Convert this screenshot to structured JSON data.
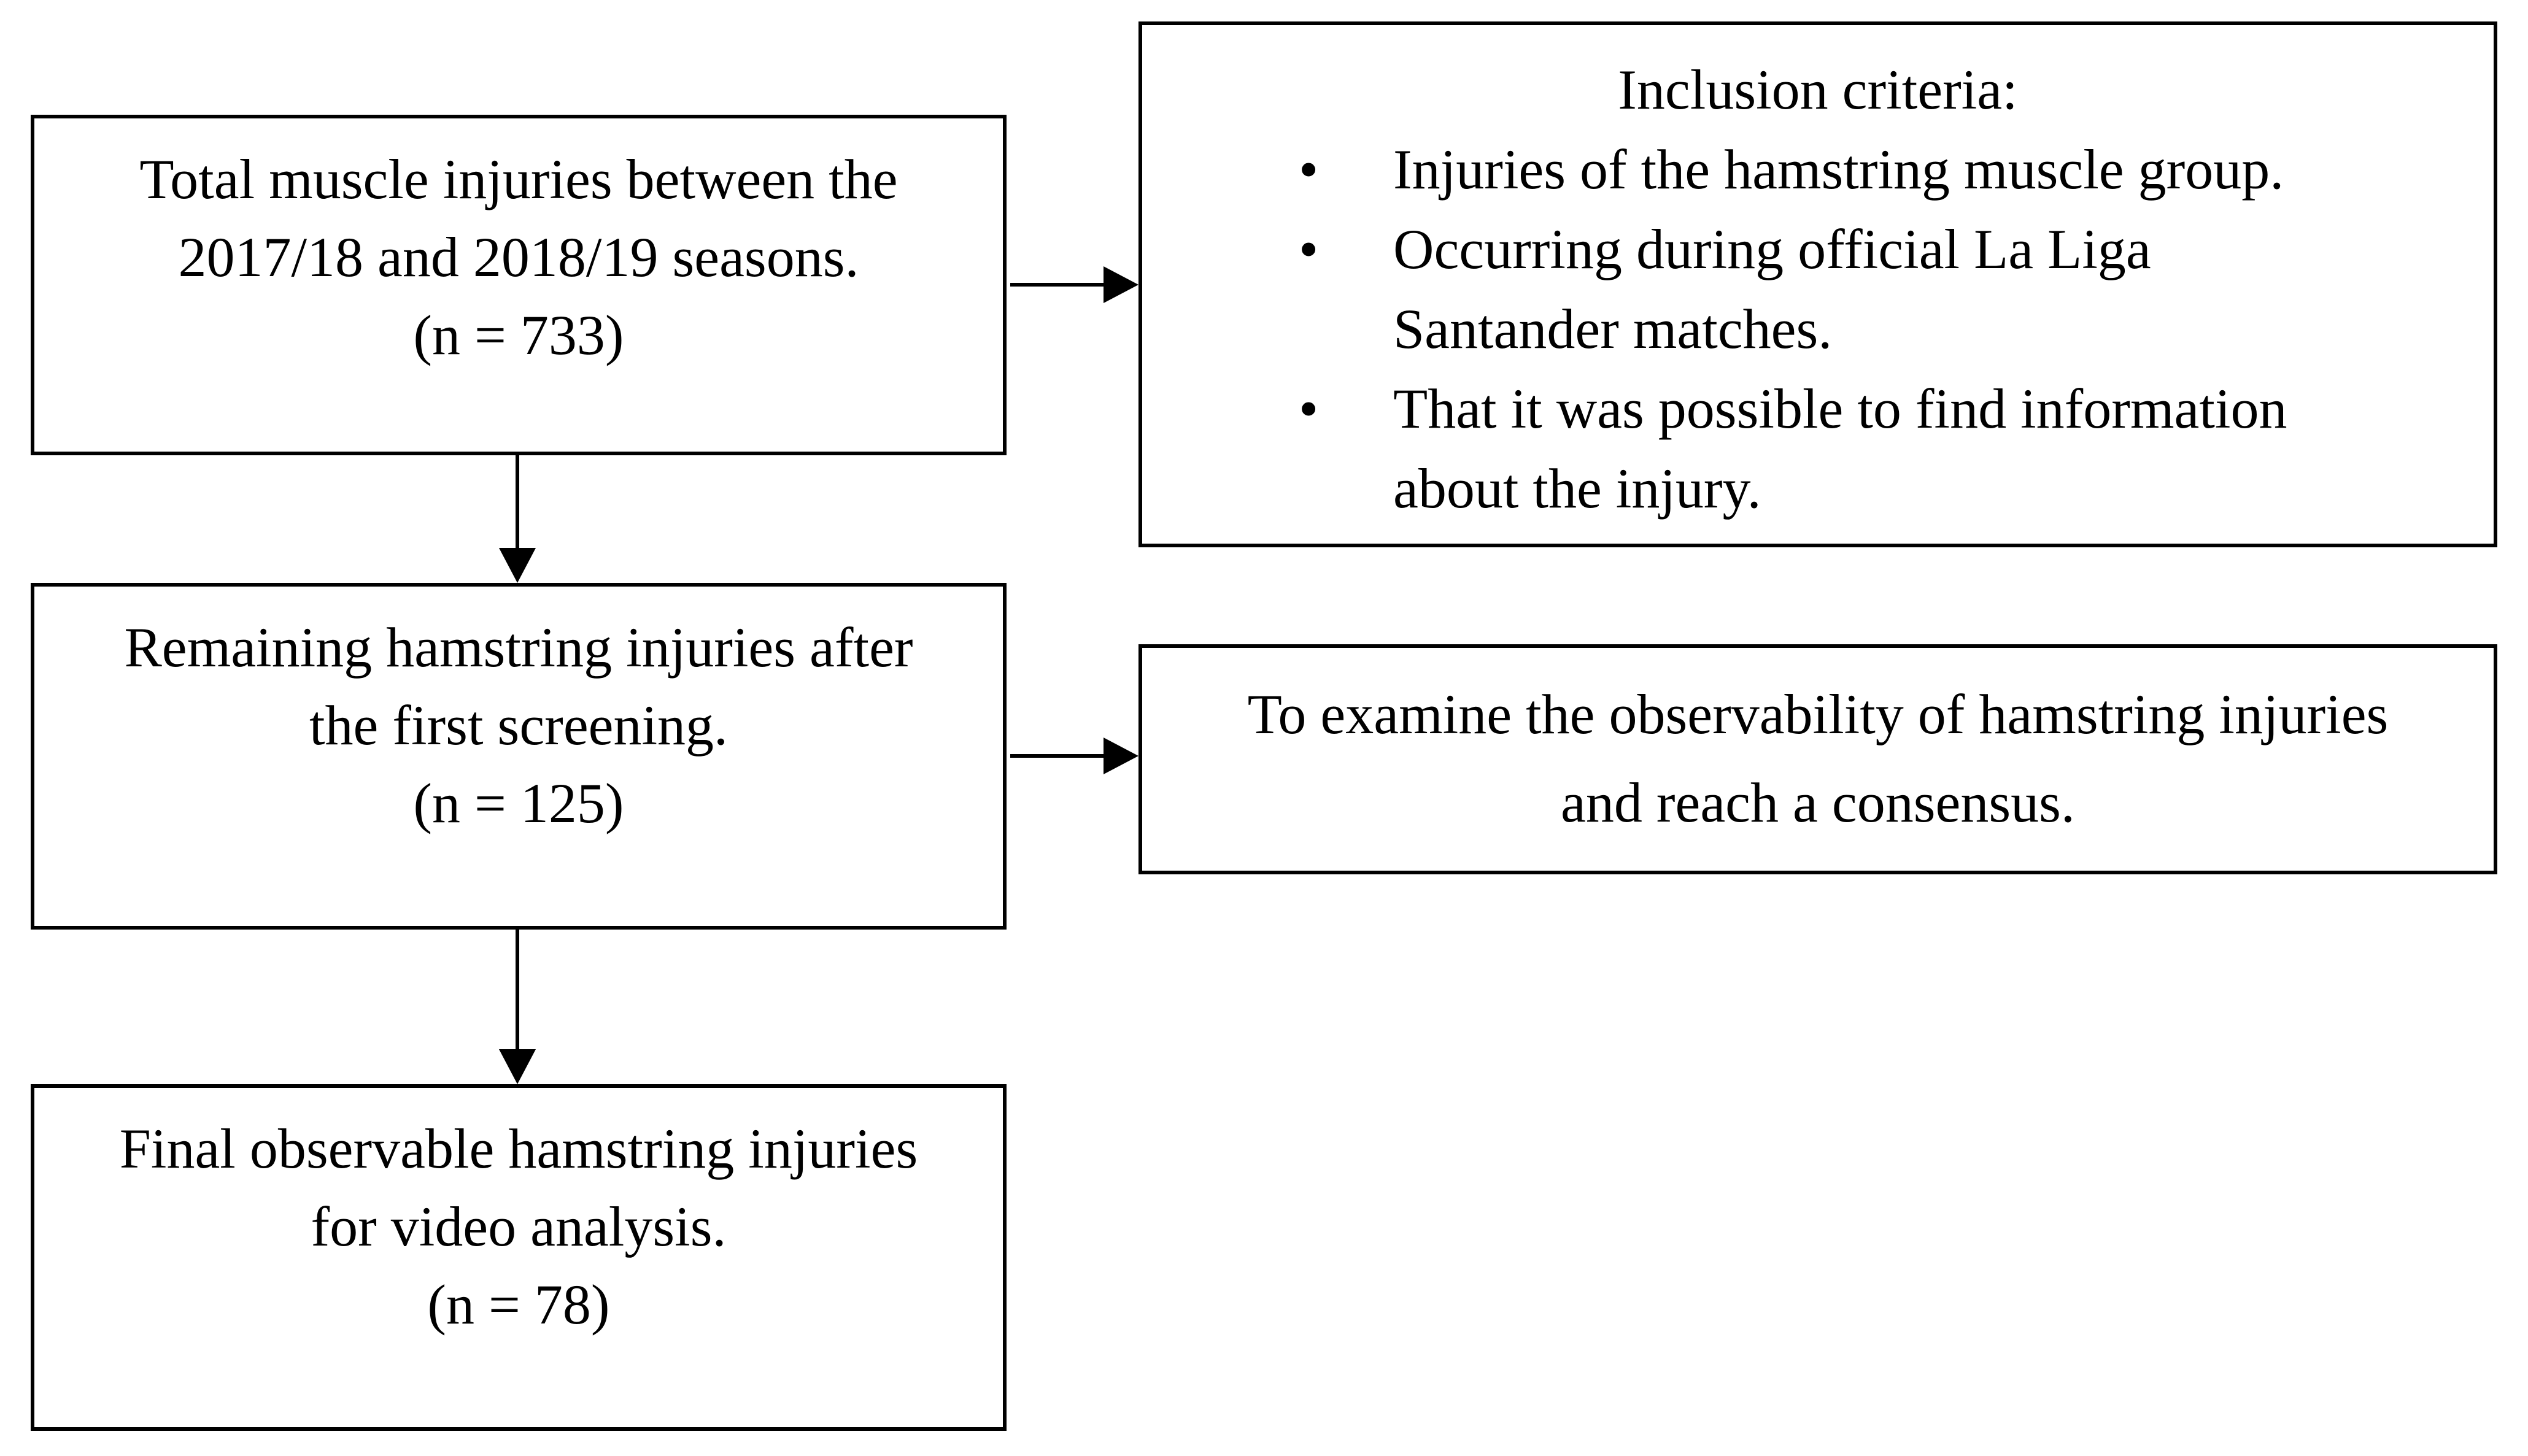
{
  "figure": {
    "background_color": "#ffffff",
    "line_color": "#000000",
    "bullet_char": "•",
    "boxes": {
      "total_injuries": {
        "lines": [
          "Total muscle injuries between the",
          "2017/18 and 2018/19 seasons.",
          "(n = 733)"
        ],
        "n": "733"
      },
      "inclusion_criteria": {
        "title": "Inclusion criteria:",
        "bullets": [
          {
            "lines": [
              "Injuries of the hamstring muscle group.",
              ""
            ]
          },
          {
            "lines": [
              "Occurring during official La Liga",
              "Santander matches."
            ]
          },
          {
            "lines": [
              "That it was possible to find information",
              "about the injury."
            ]
          }
        ]
      },
      "remaining_injuries": {
        "lines": [
          "Remaining hamstring injuries after",
          "the first screening.",
          "(n = 125)"
        ],
        "n": "125"
      },
      "examine_observability": {
        "lines": [
          "To examine the observability of hamstring injuries",
          "and reach a consensus."
        ]
      },
      "final_observable": {
        "lines": [
          "Final observable hamstring injuries",
          "for video analysis.",
          "(n = 78)"
        ],
        "n": "78"
      }
    }
  }
}
